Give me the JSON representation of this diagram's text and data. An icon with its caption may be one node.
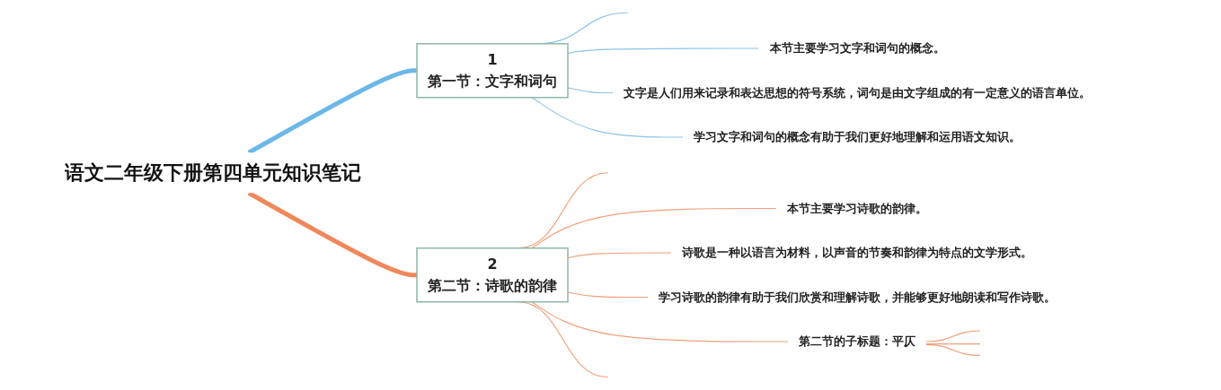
{
  "diagram": {
    "nodes": [
      {
        "text": [
          "语文二年级下册第四单元知识笔记"
        ]
      },
      {
        "text": [
          "1",
          "第一节：文字和词句"
        ]
      },
      {
        "text": [
          "本节主要学习文字和词句的概念。"
        ]
      },
      {
        "text": [
          "文字是人们用来记录和表达思想的符号系统，词句是由文字组成的有一定意义的语言单位。"
        ]
      },
      {
        "text": [
          "学习文字和词句的概念有助于我们更好地理解和运用语文知识。"
        ]
      },
      {
        "text": [
          "2",
          "第二节：诗歌的韵律"
        ]
      },
      {
        "text": [
          "本节主要学习诗歌的韵律。"
        ]
      },
      {
        "text": [
          "诗歌是一种以语言为材料，以声音的节奏和韵律为特点的文学形式。"
        ]
      },
      {
        "text": [
          "学习诗歌的韵律有助于我们欣赏和理解诗歌，并能够更好地朗读和写作诗歌。"
        ]
      },
      {
        "text": [
          "第二节的子标题：平仄"
        ]
      }
    ],
    "edges": [
      {
        "from": 0,
        "to": 1,
        "arrow": "none",
        "style": "thick",
        "color": "#6bb7e8"
      },
      {
        "from": 1,
        "to": null,
        "arrow": "none",
        "color": "#8cc3e8"
      },
      {
        "from": 1,
        "to": 2,
        "arrow": "none",
        "color": "#8cc3e8"
      },
      {
        "from": 1,
        "to": 3,
        "arrow": "none",
        "color": "#8cc3e8"
      },
      {
        "from": 1,
        "to": 4,
        "arrow": "none",
        "color": "#8cc3e8"
      },
      {
        "from": 0,
        "to": 5,
        "arrow": "none",
        "style": "thick",
        "color": "#f0875a"
      },
      {
        "from": 5,
        "to": null,
        "arrow": "none",
        "color": "#f0a07a"
      },
      {
        "from": 5,
        "to": 6,
        "arrow": "none",
        "color": "#f0a07a"
      },
      {
        "from": 5,
        "to": 7,
        "arrow": "none",
        "color": "#f0a07a"
      },
      {
        "from": 5,
        "to": 8,
        "arrow": "none",
        "color": "#f0a07a"
      },
      {
        "from": 5,
        "to": 9,
        "arrow": "none",
        "color": "#f0a07a"
      },
      {
        "from": 5,
        "to": null,
        "arrow": "none",
        "color": "#f0a07a"
      },
      {
        "from": 9,
        "to": null,
        "arrow": "none",
        "color": "#f0a07a"
      },
      {
        "from": 9,
        "to": null,
        "arrow": "none",
        "color": "#f0a07a"
      },
      {
        "from": 9,
        "to": null,
        "arrow": "none",
        "color": "#f0a07a"
      }
    ]
  }
}
